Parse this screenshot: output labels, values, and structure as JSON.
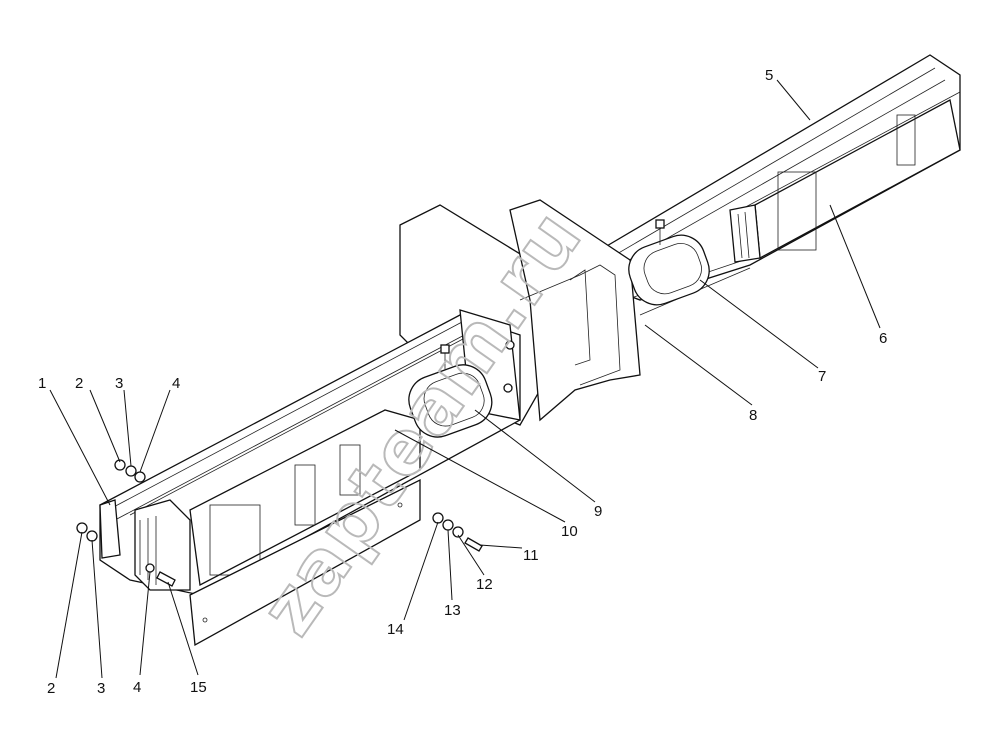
{
  "watermark": "zapteam.ru",
  "callouts": [
    {
      "id": "c1",
      "text": "1"
    },
    {
      "id": "c2a",
      "text": "2"
    },
    {
      "id": "c3a",
      "text": "3"
    },
    {
      "id": "c4a",
      "text": "4"
    },
    {
      "id": "c5",
      "text": "5"
    },
    {
      "id": "c6",
      "text": "6"
    },
    {
      "id": "c7",
      "text": "7"
    },
    {
      "id": "c8",
      "text": "8"
    },
    {
      "id": "c9",
      "text": "9"
    },
    {
      "id": "c10",
      "text": "10"
    },
    {
      "id": "c11",
      "text": "11"
    },
    {
      "id": "c12",
      "text": "12"
    },
    {
      "id": "c13",
      "text": "13"
    },
    {
      "id": "c14",
      "text": "14"
    },
    {
      "id": "c2b",
      "text": "2"
    },
    {
      "id": "c3b",
      "text": "3"
    },
    {
      "id": "c4b",
      "text": "4"
    },
    {
      "id": "c15",
      "text": "15"
    }
  ],
  "colors": {
    "line": "#111111",
    "watermark": "#b9b9b9",
    "background": "#ffffff"
  }
}
